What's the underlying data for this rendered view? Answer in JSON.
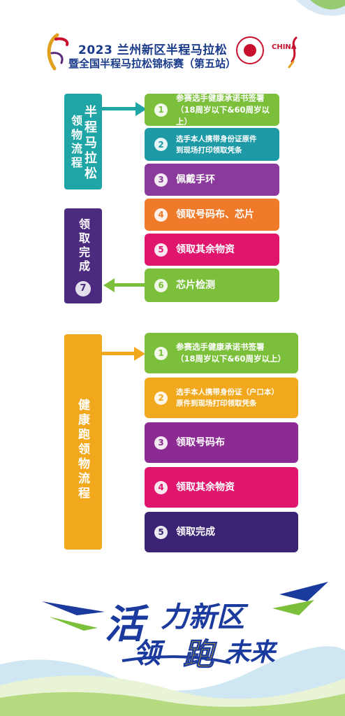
{
  "header": {
    "title_line1": "2023 兰州新区半程马拉松",
    "title_line2": "暨全国半程马拉松锦标赛（第五站）",
    "logo_china": "CHINA"
  },
  "half_marathon": {
    "label": "半程马拉松",
    "process_label": "领物流程",
    "steps": [
      {
        "num": "1",
        "line1": "参赛选手健康承诺书签署",
        "line2": "（18周岁以下&60周岁以上）"
      },
      {
        "num": "2",
        "line1": "选手本人携带身份证原件",
        "line2": "到现场打印领取凭条"
      },
      {
        "num": "3",
        "line1": "佩戴手环",
        "line2": ""
      },
      {
        "num": "4",
        "line1": "领取号码布、芯片",
        "line2": ""
      },
      {
        "num": "5",
        "line1": "领取其余物资",
        "line2": ""
      },
      {
        "num": "6",
        "line1": "芯片检测",
        "line2": ""
      }
    ],
    "complete_label": "领取完成",
    "complete_num": "7"
  },
  "health_run": {
    "label": "健康跑领物流程",
    "steps": [
      {
        "num": "1",
        "line1": "参赛选手健康承诺书签署",
        "line2": "（18周岁以下&60周岁以上）"
      },
      {
        "num": "2",
        "line1": "选手本人携带身份证（户口本）",
        "line2": "原件到现场打印领取凭条"
      },
      {
        "num": "3",
        "line1": "领取号码布",
        "line2": ""
      },
      {
        "num": "4",
        "line1": "领取其余物资",
        "line2": ""
      },
      {
        "num": "5",
        "line1": "领取完成",
        "line2": ""
      }
    ]
  },
  "slogan": {
    "part1": "活",
    "part2": "力新区",
    "part3": "领",
    "part4": "跑",
    "part5": "未来"
  },
  "colors": {
    "teal": "#1fa5a5",
    "purple_dark": "#4b2a7f",
    "green": "#7bbf3a",
    "teal_step": "#1d9aa6",
    "purple": "#8a3a9a",
    "orange": "#ee7a2a",
    "magenta": "#e0166e",
    "gold": "#f2a81d",
    "violet": "#8c2b92",
    "navy": "#3a2373"
  }
}
